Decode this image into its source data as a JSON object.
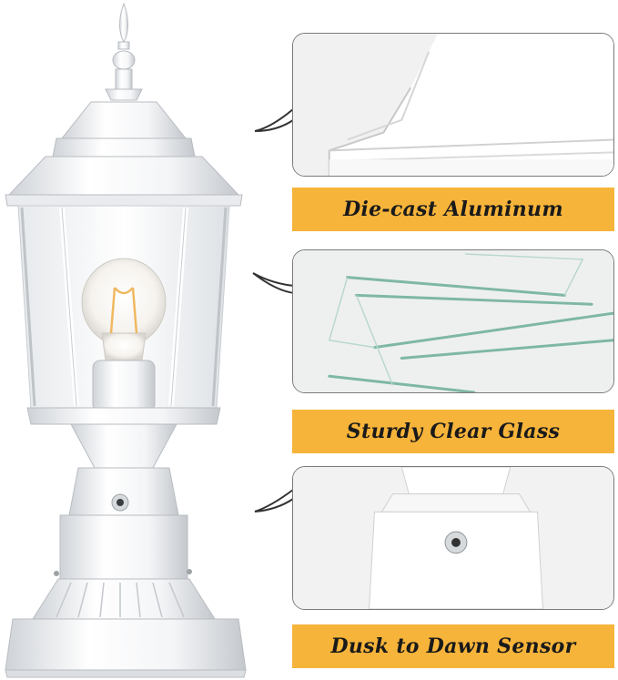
{
  "features": [
    {
      "label": "Die-cast Aluminum"
    },
    {
      "label": "Sturdy Clear Glass"
    },
    {
      "label": "Dusk to Dawn Sensor"
    }
  ],
  "colors": {
    "label_bg": "#f7b43a",
    "label_text": "#1a1a1a",
    "panel_border": "#7a7a7a",
    "lamp_body": "#ffffff",
    "bulb_glow": "#f0b860"
  }
}
